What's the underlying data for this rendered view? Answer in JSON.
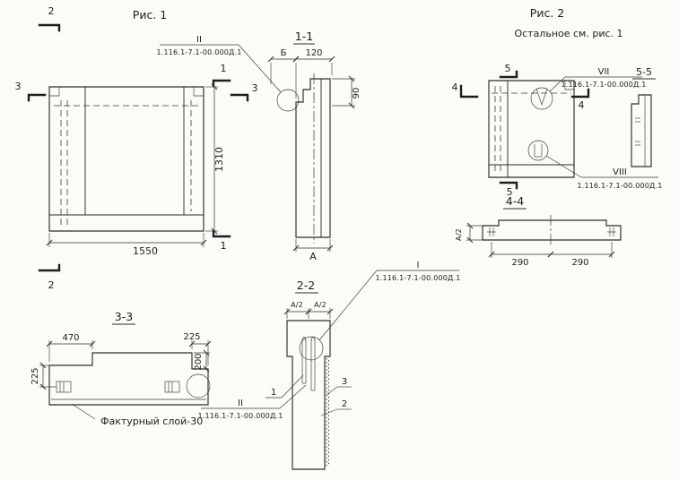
{
  "fig1": {
    "title": "Рис. 1",
    "marker_2_top": "2",
    "marker_2_bottom": "2",
    "marker_3_left": "3",
    "marker_3_right": "3",
    "marker_1_top": "1",
    "marker_1_bottom": "1",
    "dim_width": "1550",
    "dim_height": "1310",
    "callout": {
      "label": "II",
      "doc": "1.116.1-7.1-00.000Д.1"
    }
  },
  "sec11": {
    "title": "1-1",
    "dim_b": "Б",
    "dim_120": "120",
    "dim_90": "90",
    "dim_a": "А"
  },
  "fig2": {
    "title": "Рис. 2",
    "note": "Остальное см. рис. 1",
    "marker_4_left": "4",
    "marker_4_right": "4",
    "marker_5_top": "5",
    "marker_5_bottom": "5",
    "callout_vii": {
      "label": "VII",
      "doc": "1.116.1-7.1-00.000Д.1"
    },
    "callout_viii": {
      "label": "VIII",
      "doc": "1.116.1-7.1-00.000Д.1"
    },
    "sec55_title": "5-5"
  },
  "sec44": {
    "title": "4-4",
    "dim_half_a": "А/2",
    "dim_290_left": "290",
    "dim_290_right": "290"
  },
  "callout_i": {
    "label": "I",
    "doc": "1.116.1-7.1-00.000Д.1"
  },
  "sec22": {
    "title": "2-2",
    "dim_half_a_left": "А/2",
    "dim_half_a_right": "А/2",
    "pos_1": "1",
    "pos_2": "2",
    "pos_3": "3",
    "callout": {
      "label": "II",
      "doc": "1.116.1-7.1-00.000Д.1"
    }
  },
  "sec33": {
    "title": "3-3",
    "dim_470": "470",
    "dim_225_top": "225",
    "dim_225_left": "225",
    "dim_200": "200",
    "note": "Фактурный слой-30"
  }
}
